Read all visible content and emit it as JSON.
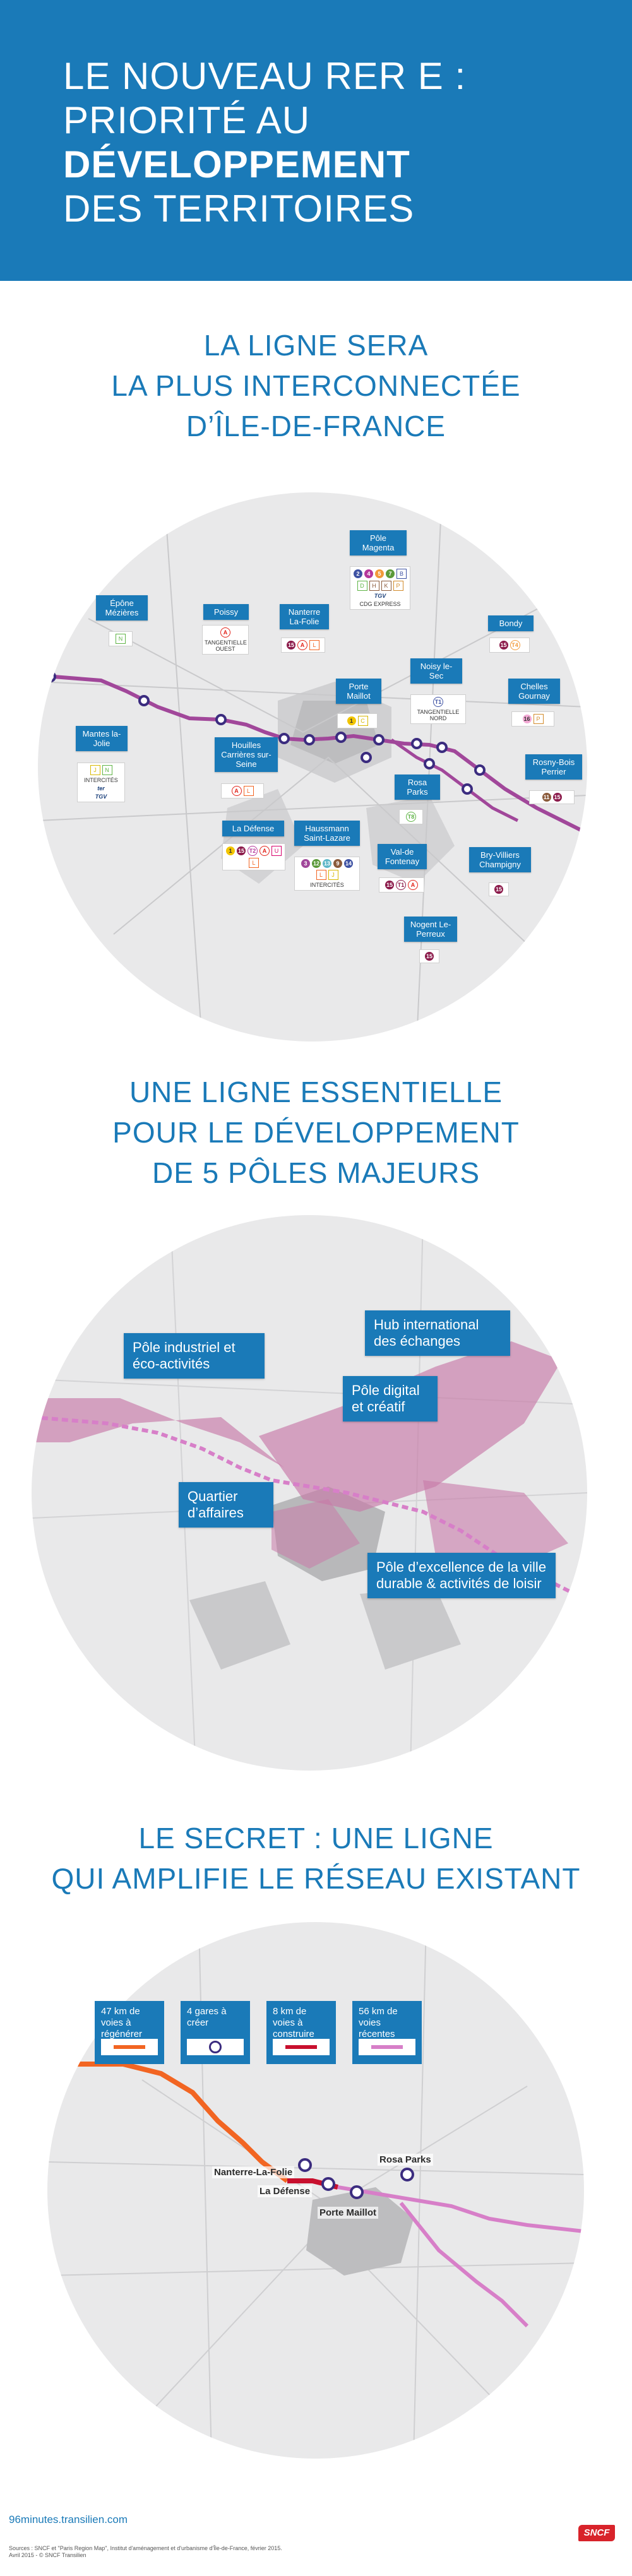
{
  "header": {
    "line1": "LE NOUVEAU RER E :",
    "line2": "PRIORITÉ AU",
    "line3": "DÉVELOPPEMENT",
    "line4": "DES TERRITOIRES"
  },
  "section1": {
    "title_l1": "LA LIGNE SERA",
    "title_l2": "LA PLUS INTERCONNECTÉE",
    "title_l3": "D’ÎLE-DE-FRANCE",
    "stations": {
      "mantes": "Mantes la-Jolie",
      "epone": "Épône Mézières",
      "poissy": "Poissy",
      "nanterre": "Nanterre La-Folie",
      "pole_magenta": "Pôle Magenta",
      "bondy": "Bondy",
      "noisy": "Noisy le-Sec",
      "chelles": "Chelles Gournay",
      "porte_maillot": "Porte Maillot",
      "houilles": "Houilles Carrières sur-Seine",
      "la_defense": "La Défense",
      "haussmann": "Haussmann Saint-Lazare",
      "rosa_parks": "Rosa Parks",
      "val_fontenay": "Val-de Fontenay",
      "bry": "Bry-Villiers Champigny",
      "rosny": "Rosny-Bois Perrier",
      "nogent": "Nogent Le-Perreux"
    },
    "tags": {
      "tangentielle_ouest": "TANGENTIELLE OUEST",
      "tangentielle_nord": "TANGENTIELLE NORD",
      "cdg_express": "CDG EXPRESS",
      "intercites": "INTERCITÉS",
      "ter": "ter",
      "tgv": "TGV"
    }
  },
  "section2": {
    "title_l1": "UNE LIGNE ESSENTIELLE",
    "title_l2": "POUR LE DÉVELOPPEMENT",
    "title_l3": "DE 5 PÔLES MAJEURS",
    "poles": {
      "industriel": "Pôle industriel et éco-activités",
      "hub": "Hub international des échanges",
      "digital": "Pôle digital et créatif",
      "affaires": "Quartier d’affaires",
      "excellence": "Pôle d’excellence de la ville durable & activités de loisir"
    }
  },
  "section3": {
    "title_l1": "LE SECRET : UNE LIGNE",
    "title_l2": "QUI AMPLIFIE LE RÉSEAU EXISTANT",
    "stats": [
      {
        "text": "47 km de voies à régénérer",
        "color": "#f26522"
      },
      {
        "text": "4 gares à créer",
        "color": "#3b2c7f"
      },
      {
        "text": "8 km de voies à construire",
        "color": "#c8102e"
      },
      {
        "text": "56 km de voies récentes",
        "color": "#d77fc8"
      }
    ],
    "stations": {
      "nanterre": "Nanterre-La-Folie",
      "la_defense": "La Défense",
      "porte_maillot": "Porte Maillot",
      "rosa_parks": "Rosa Parks"
    }
  },
  "footer": {
    "url": "96minutes.transilien.com",
    "sources": "Sources : SNCF et \"Paris Region Map\", Institut d'aménagement et d'urbanisme d'Île-de-France, février 2015.",
    "date": "Avril 2015 - © SNCF Transilien",
    "logo": "SNCF"
  },
  "colors": {
    "brand_blue": "#1a7ab8",
    "rer_e": "#a1479a",
    "regen": "#f26522",
    "construct": "#c8102e",
    "recent": "#d77fc8"
  }
}
